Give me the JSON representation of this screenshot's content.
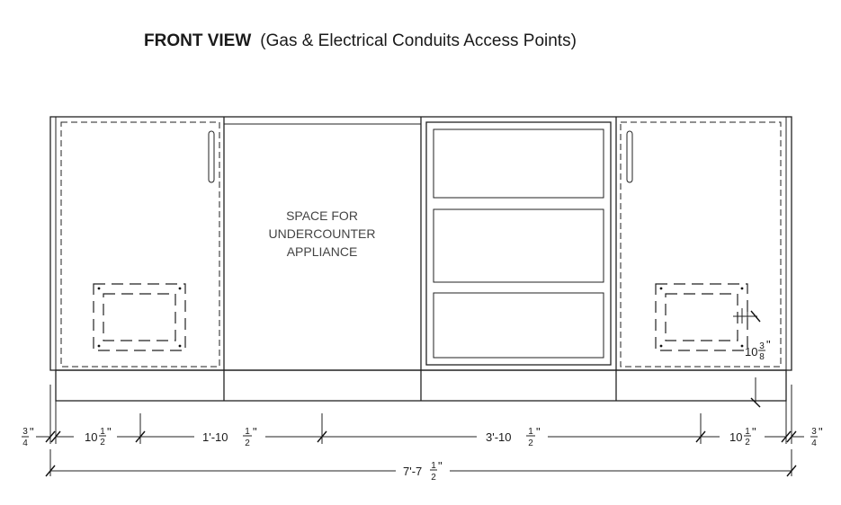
{
  "title": {
    "bold": "FRONT VIEW",
    "rest": "(Gas & Electrical Conduits Access Points)"
  },
  "appliance_label": {
    "line1": "SPACE FOR",
    "line2": "UNDERCOUNTER",
    "line3": "APPLIANCE"
  },
  "dimensions": {
    "left_end_panel": {
      "whole": "",
      "num": "3",
      "den": "4",
      "unit": "\""
    },
    "left_cabinet": {
      "whole": "10",
      "num": "1",
      "den": "2",
      "unit": "\""
    },
    "appliance_space": {
      "whole": "1'-10",
      "num": "1",
      "den": "2",
      "unit": "\""
    },
    "drawer_section": {
      "whole": "3'-10",
      "num": "1",
      "den": "2",
      "unit": "\""
    },
    "right_cabinet": {
      "whole": "10",
      "num": "1",
      "den": "2",
      "unit": "\""
    },
    "right_end_panel": {
      "whole": "",
      "num": "3",
      "den": "4",
      "unit": "\""
    },
    "access_point_height": {
      "whole": "10",
      "num": "3",
      "den": "8",
      "unit": "\""
    },
    "overall": {
      "whole": "7'-7",
      "num": "1",
      "den": "2",
      "unit": "\""
    }
  }
}
